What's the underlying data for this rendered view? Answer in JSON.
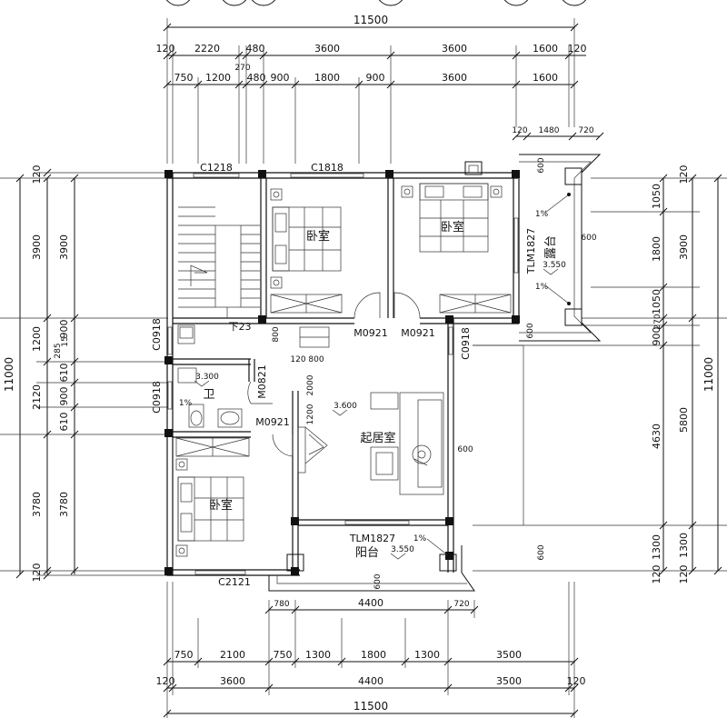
{
  "dims": {
    "top_total": "11500",
    "top_row1": [
      "120",
      "2220",
      "480",
      "3600",
      "3600",
      "1600",
      "120"
    ],
    "top_row2": [
      "750",
      "1200",
      "480",
      "900",
      "1800",
      "900",
      "3600",
      "1600"
    ],
    "top_extra": "270",
    "terrace_top": [
      "120",
      "1480",
      "720"
    ],
    "bottom_row1": [
      "780",
      "4400",
      "720"
    ],
    "bottom_row2": [
      "750",
      "2100",
      "750",
      "1300",
      "1800",
      "1300",
      "3500"
    ],
    "bottom_row3": [
      "120",
      "3600",
      "4400",
      "3500",
      "120"
    ],
    "bottom_total": "11500",
    "left_outer": "11000",
    "left_col1": [
      "120",
      "3900",
      "1200",
      "2120",
      "3780",
      "120"
    ],
    "left_col2": [
      "3900",
      "900",
      "15",
      "285",
      "610",
      "900",
      "610",
      "3780"
    ],
    "right_outer": "11000",
    "right_col1": [
      "120",
      "3900",
      "5800",
      "1300",
      "120"
    ],
    "right_col2": [
      "1050",
      "1800",
      "1050",
      "270",
      "900",
      "4630",
      "1300",
      "120"
    ],
    "right_mid": "600"
  },
  "windows": {
    "c1218": "C1218",
    "c1818": "C1818",
    "c0918_a": "C0918",
    "c0918_b": "C0918",
    "c0918_c": "C0918",
    "c2121": "C2121"
  },
  "doors": {
    "m0921_a": "M0921",
    "m0921_b": "M0921",
    "m0921_c": "M0921",
    "m0821": "M0821",
    "tlm1827_a": "TLM1827",
    "tlm1827_b": "TLM1827"
  },
  "rooms": {
    "bed1": "卧室",
    "bed2": "卧室",
    "bed3": "卧室",
    "terrace": "露台",
    "balcony": "阳台",
    "living": "起居室",
    "bath": "卫",
    "stair_down": "下23"
  },
  "levels": {
    "terrace": "3.550",
    "balcony": "3.550",
    "bath": "3.300",
    "living": "3.600"
  },
  "slopes": {
    "s1": "1%",
    "s2": "1%",
    "s3": "1%",
    "s4": "1%"
  },
  "misc": {
    "d800": "800",
    "d120_800": "120 800",
    "d2000": "2000",
    "d1200": "1200",
    "d600_a": "600",
    "d600_b": "600",
    "d600_c": "600",
    "d600_d": "600",
    "d600_e": "600"
  }
}
